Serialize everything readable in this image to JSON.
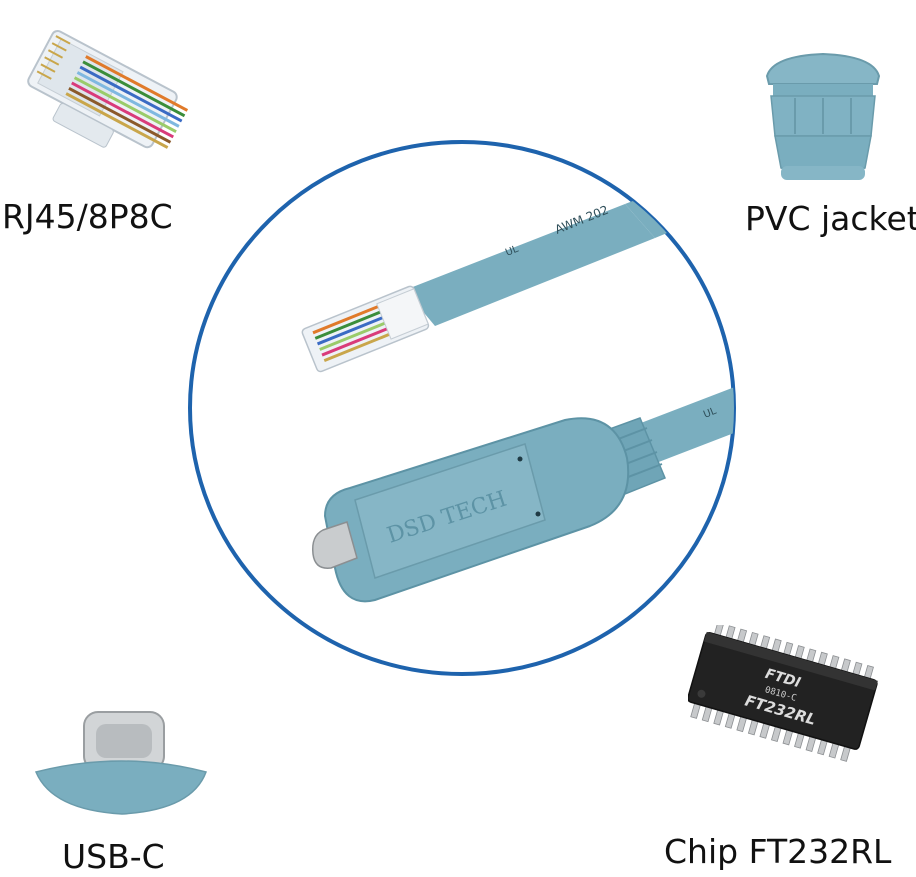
{
  "labels": {
    "rj45": "RJ45/8P8C",
    "pvc": "PVC jacket",
    "usbc": "USB-C",
    "chip": "Chip FT232RL"
  },
  "product": {
    "brand": "DSD TECH",
    "cable_print": "AWM 202",
    "ul_mark": "UL"
  },
  "chip_marking": {
    "logo": "FTDI",
    "line1": "0810-C",
    "line2": "FT232RL"
  },
  "colors": {
    "cable_blue": "#7aaebf",
    "circle_border": "#1e63ad",
    "chip_body": "#222222"
  },
  "icons": [
    "rj45-connector-icon",
    "pvc-strain-relief-icon",
    "usb-c-plug-icon",
    "ft232rl-chip-icon",
    "usb-to-rj45-cable-icon"
  ]
}
